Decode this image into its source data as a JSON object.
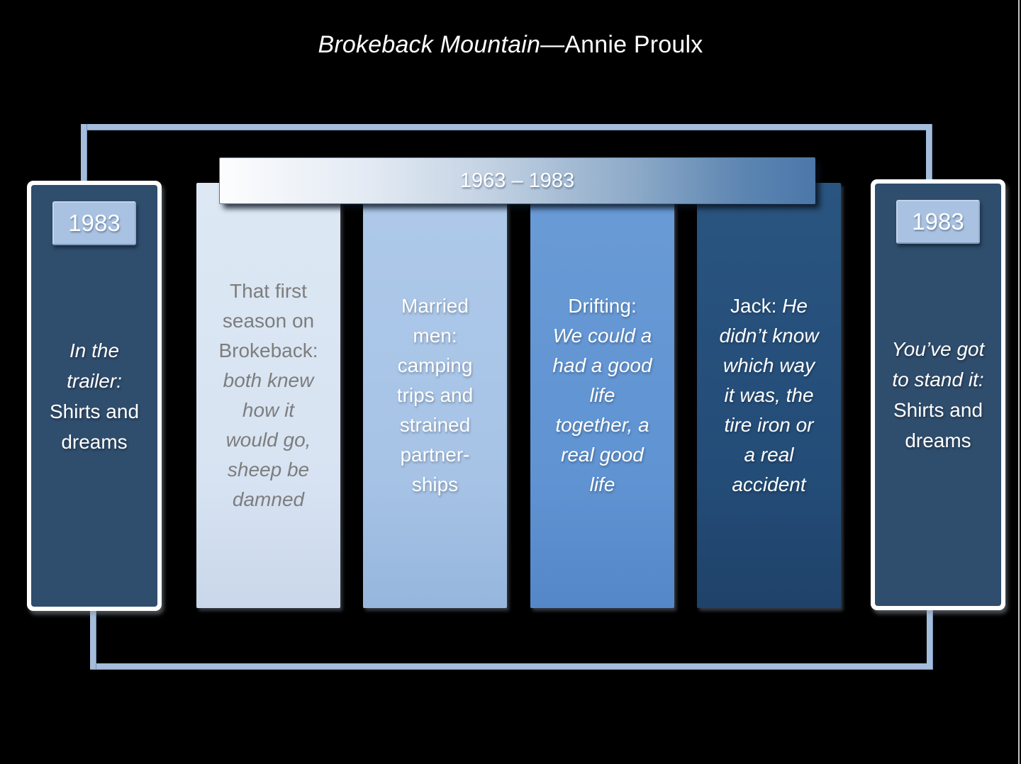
{
  "slide": {
    "title": {
      "work": "Brokeback Mountain",
      "author": "—Annie Proulx"
    },
    "timeline": {
      "range_label": "1963 – 1983"
    },
    "left_panel": {
      "year_badge": "1983",
      "italic_text": "In the trailer:",
      "regular_text": "Shirts and dreams"
    },
    "columns": [
      {
        "regular_text": "That first season on Brokeback: ",
        "italic_text": "both knew how it would go, sheep be damned"
      },
      {
        "regular_text": "Married men: camping trips and strained partner-ships",
        "italic_text": ""
      },
      {
        "regular_text": "Drifting: ",
        "italic_text": "We could a had a good life together, a real good life"
      },
      {
        "regular_text": "Jack: ",
        "italic_text": "He didn’t know which way it was, the tire iron or a real accident"
      }
    ],
    "right_panel": {
      "year_badge": "1983",
      "italic_text": "You’ve got to stand it:",
      "regular_text": "Shirts and dreams"
    },
    "colors": {
      "background": "#000000",
      "title_text": "#FFFFFF",
      "bracket_line": "#A4BDDC",
      "endpoint_panel_fill": "#2F4D6D",
      "endpoint_panel_border": "#FFFFFF",
      "year_badge_fill": "#A9C2E2",
      "column_fills": [
        "#D7E3F2",
        "#A6C3E6",
        "#5F93D2",
        "#234C77"
      ],
      "column_first_text": "#7D7D7D",
      "bar_gradient_left": "#FCFDFE",
      "bar_gradient_right": "#4B77A9"
    }
  }
}
